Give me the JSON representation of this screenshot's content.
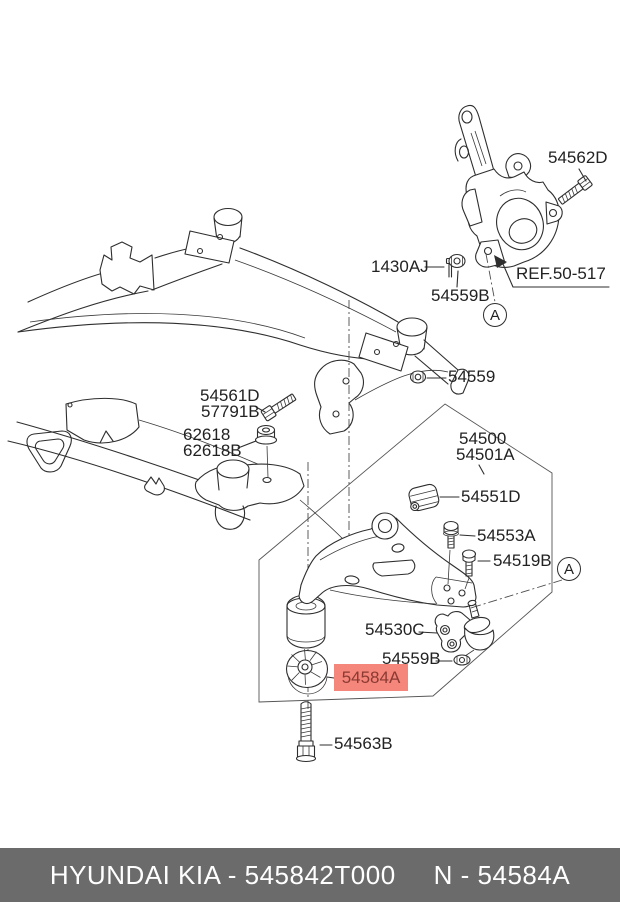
{
  "footer": {
    "left_text": "HYUNDAI  KIA - 545842T000",
    "right_text": "N - 54584A",
    "bg_color": "#6b6b6b",
    "text_color": "#ffffff"
  },
  "highlight": {
    "bg_color": "#f4867c",
    "text_color": "#8a3a31"
  },
  "diagram": {
    "view_circle_label": "A",
    "ref_label": "REF.50-517",
    "callouts": [
      {
        "id": "54562D",
        "text": "54562D"
      },
      {
        "id": "1430AJ",
        "text": "1430AJ"
      },
      {
        "id": "54559B-top",
        "text": "54559B"
      },
      {
        "id": "54559",
        "text": "54559"
      },
      {
        "id": "54561D",
        "text": "54561D"
      },
      {
        "id": "57791B",
        "text": "57791B"
      },
      {
        "id": "62618",
        "text": "62618"
      },
      {
        "id": "62618B",
        "text": "62618B"
      },
      {
        "id": "54500",
        "text": "54500"
      },
      {
        "id": "54501A",
        "text": "54501A"
      },
      {
        "id": "54551D",
        "text": "54551D"
      },
      {
        "id": "54553A",
        "text": "54553A"
      },
      {
        "id": "54519B",
        "text": "54519B"
      },
      {
        "id": "54530C",
        "text": "54530C"
      },
      {
        "id": "54559B-bottom",
        "text": "54559B"
      },
      {
        "id": "54584A",
        "text": "54584A",
        "highlighted": true
      },
      {
        "id": "54563B",
        "text": "54563B"
      }
    ]
  }
}
